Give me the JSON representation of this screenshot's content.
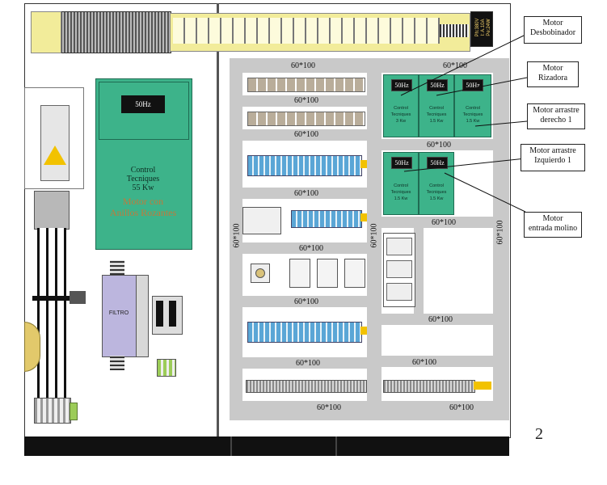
{
  "colors": {
    "drive_green": "#3db38a",
    "cabinet_gray": "#c9c9c9",
    "terminal_blue": "#5aa6d6",
    "busbar_yellow": "#f2ec9a"
  },
  "page_number": "2",
  "main_drive": {
    "display": "50Hz",
    "title": "Control\nTecniques\n55 Kw",
    "subtitle": "Motor con\nAnillos Rozantes"
  },
  "filter_label": "FILTRO",
  "power_supply_label": "Ph:380V\nI: A.10A\nPe:24W",
  "duct_labels": {
    "h1": "60*100",
    "h2": "60*100",
    "h3": "60*100",
    "h4": "60*100",
    "h5": "60*100",
    "h6": "60*100",
    "h7": "60*100",
    "h8": "60*100",
    "r1": "60*100",
    "r2": "60*100",
    "r3": "60*100",
    "r4": "60*100",
    "r5": "60*100",
    "r6": "60*100",
    "v1": "60*100",
    "v2": "60*100",
    "v3": "60*100"
  },
  "small_drives": [
    {
      "display": "50Hz",
      "text": "Control\nTecniques\n3 Kw"
    },
    {
      "display": "50Hz",
      "text": "Control\nTecniques\n1.5 Kw"
    },
    {
      "display": "50Hz",
      "text": "Control\nTecniques\n1.5 Kw"
    },
    {
      "display": "50Hz",
      "text": "Control\nTecniques\n1.5 Kw"
    },
    {
      "display": "50Hz",
      "text": "Control\nTecniques\n1.5 Kw"
    }
  ],
  "callouts": {
    "desbobinador": "Motor\nDesbobinador",
    "rizadora": "Motor\nRizadora",
    "arrastre_derecho": "Motor arrastre\nderecho 1",
    "arrastre_izquierdo": "Motor arrastre\nIzquierdo 1",
    "entrada_molino": "Motor\nentrada molino"
  }
}
